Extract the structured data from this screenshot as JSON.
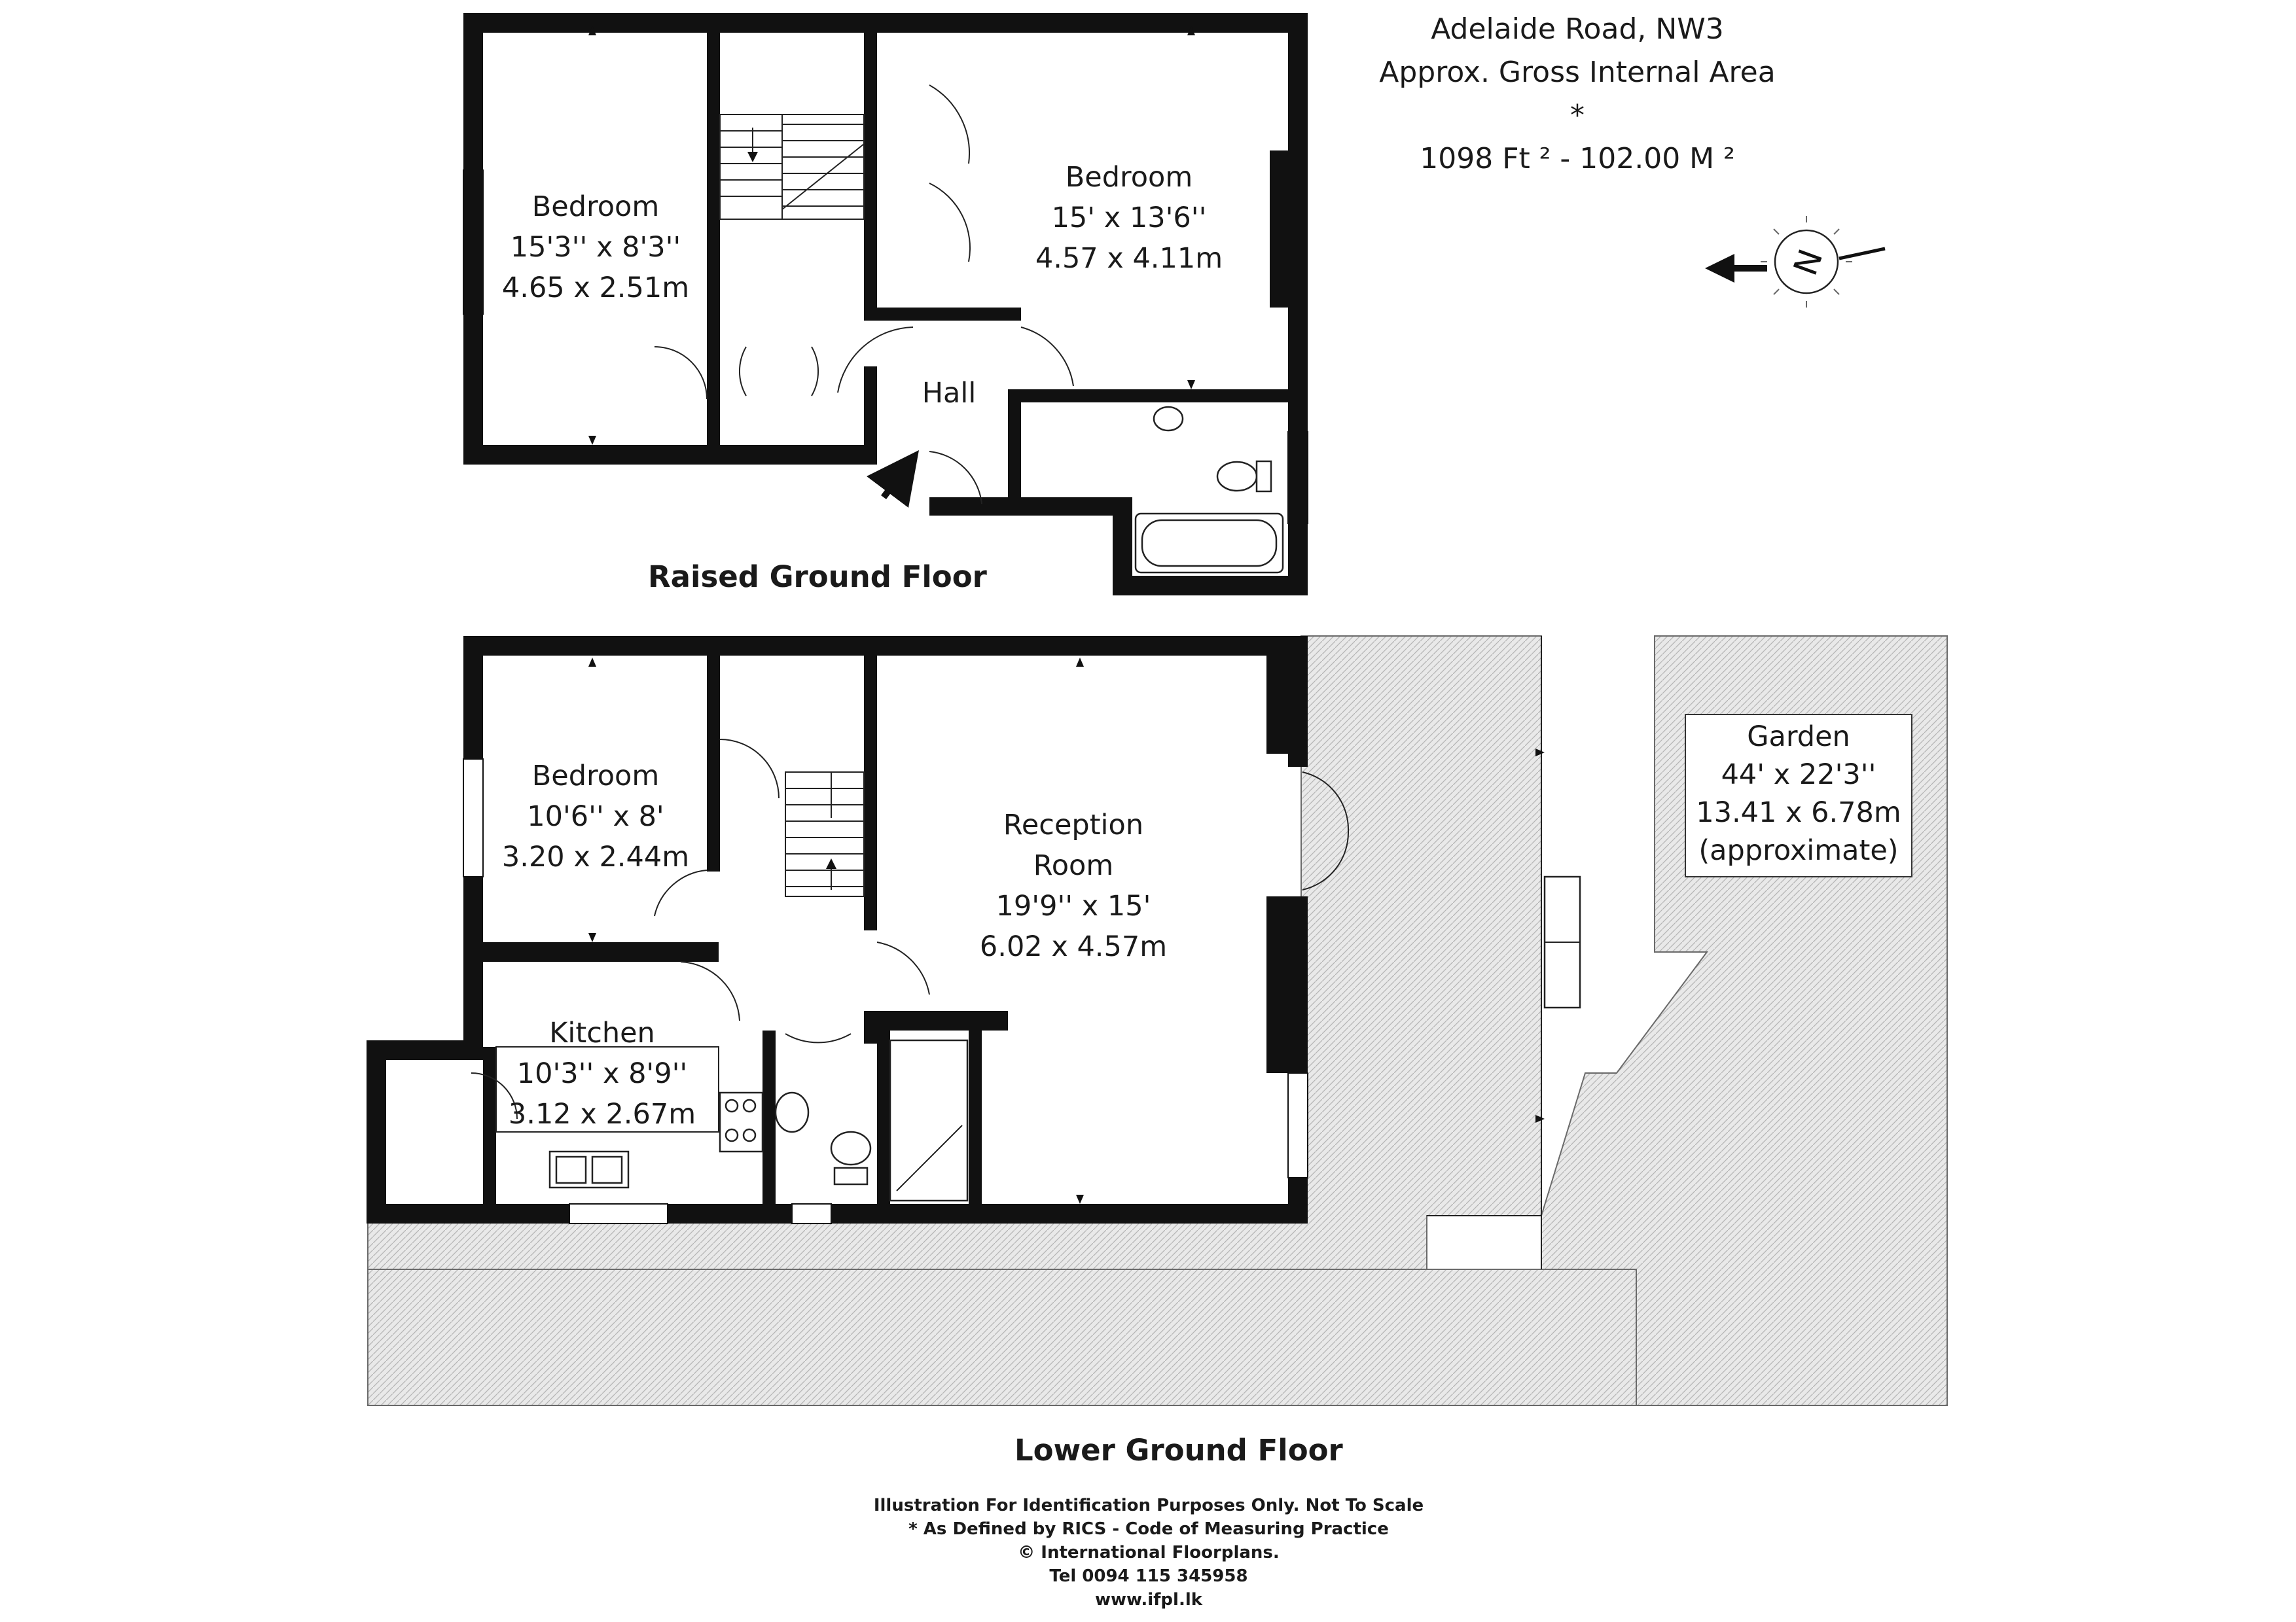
{
  "header": {
    "address": "Adelaide Road, NW3",
    "area_caption": "Approx. Gross Internal Area *",
    "area_value": "1098 Ft ²  -  102.00 M ²"
  },
  "compass": {
    "letter": "N"
  },
  "floors": {
    "raised": {
      "name": "Raised Ground Floor",
      "rooms": [
        {
          "name": "Bedroom",
          "imperial": "15'3'' x 8'3''",
          "metric": "4.65 x 2.51m"
        },
        {
          "name": "Bedroom",
          "imperial": "15' x 13'6''",
          "metric": "4.57 x 4.11m"
        },
        {
          "name": "Hall"
        }
      ]
    },
    "lower": {
      "name": "Lower Ground Floor",
      "rooms": [
        {
          "name": "Bedroom",
          "imperial": "10'6'' x 8'",
          "metric": "3.20 x 2.44m"
        },
        {
          "name": "Kitchen",
          "imperial": "10'3'' x 8'9''",
          "metric": "3.12 x 2.67m"
        },
        {
          "name": "Reception",
          "name2": "Room",
          "imperial": "19'9'' x 15'",
          "metric": "6.02 x 4.57m"
        },
        {
          "name": "Garden",
          "imperial": "44' x 22'3''",
          "metric": "13.41 x 6.78m",
          "note": "(approximate)"
        }
      ]
    }
  },
  "footer": {
    "line1": "Illustration For Identification Purposes Only. Not To Scale",
    "line2": "* As Defined by RICS - Code of Measuring Practice",
    "line3": "© International Floorplans.",
    "line4": "Tel 0094 115 345958",
    "line5": "www.ifpl.lk"
  }
}
